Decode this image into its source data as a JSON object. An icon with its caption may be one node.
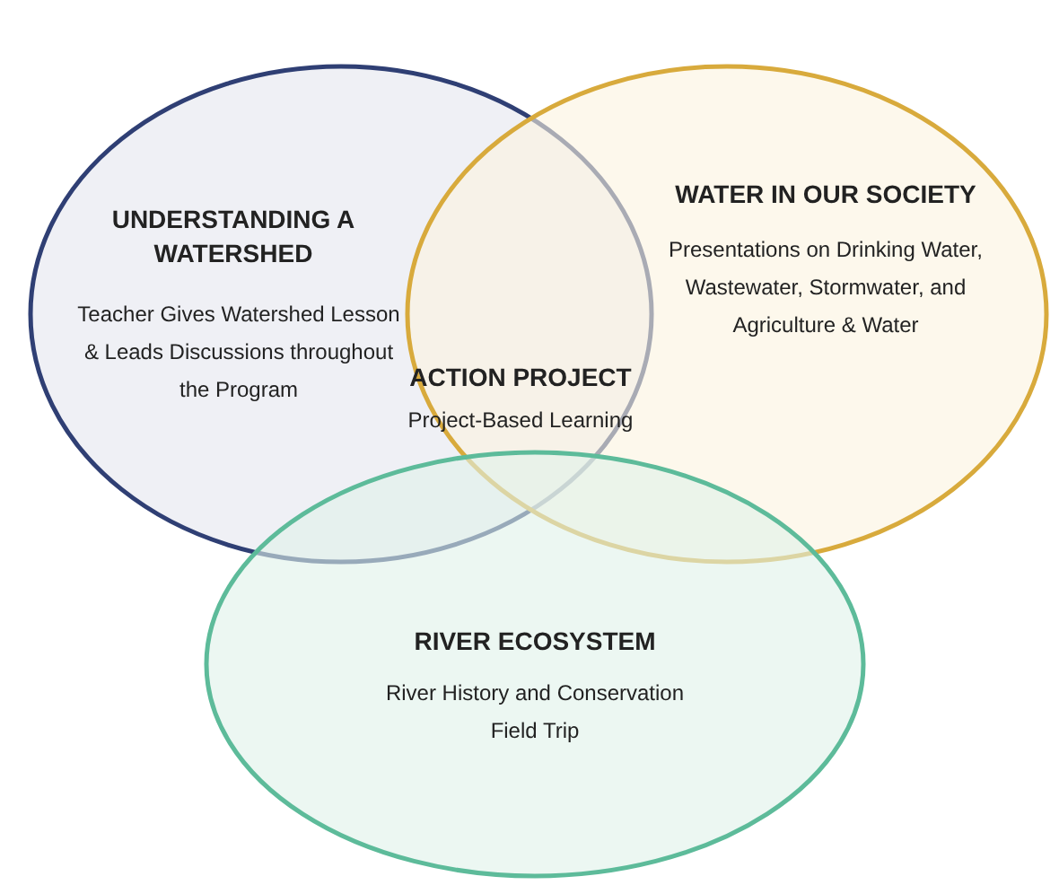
{
  "diagram": {
    "nodes": [
      {
        "text": [
          "UNDERSTANDING A WATERSHED",
          "Teacher Gives Watershed Lesson & Leads Discussions throughout the Program"
        ]
      },
      {
        "text": [
          "WATER IN OUR SOCIETY",
          "Presentations on Drinking Water, Wastewater, Stormwater, and Agriculture & Water"
        ]
      },
      {
        "text": [
          "RIVER ECOSYSTEM",
          "River History and Conservation Field Trip"
        ]
      }
    ],
    "edges": [],
    "labels": [
      "ACTION PROJECT",
      "Project-Based Learning"
    ]
  }
}
